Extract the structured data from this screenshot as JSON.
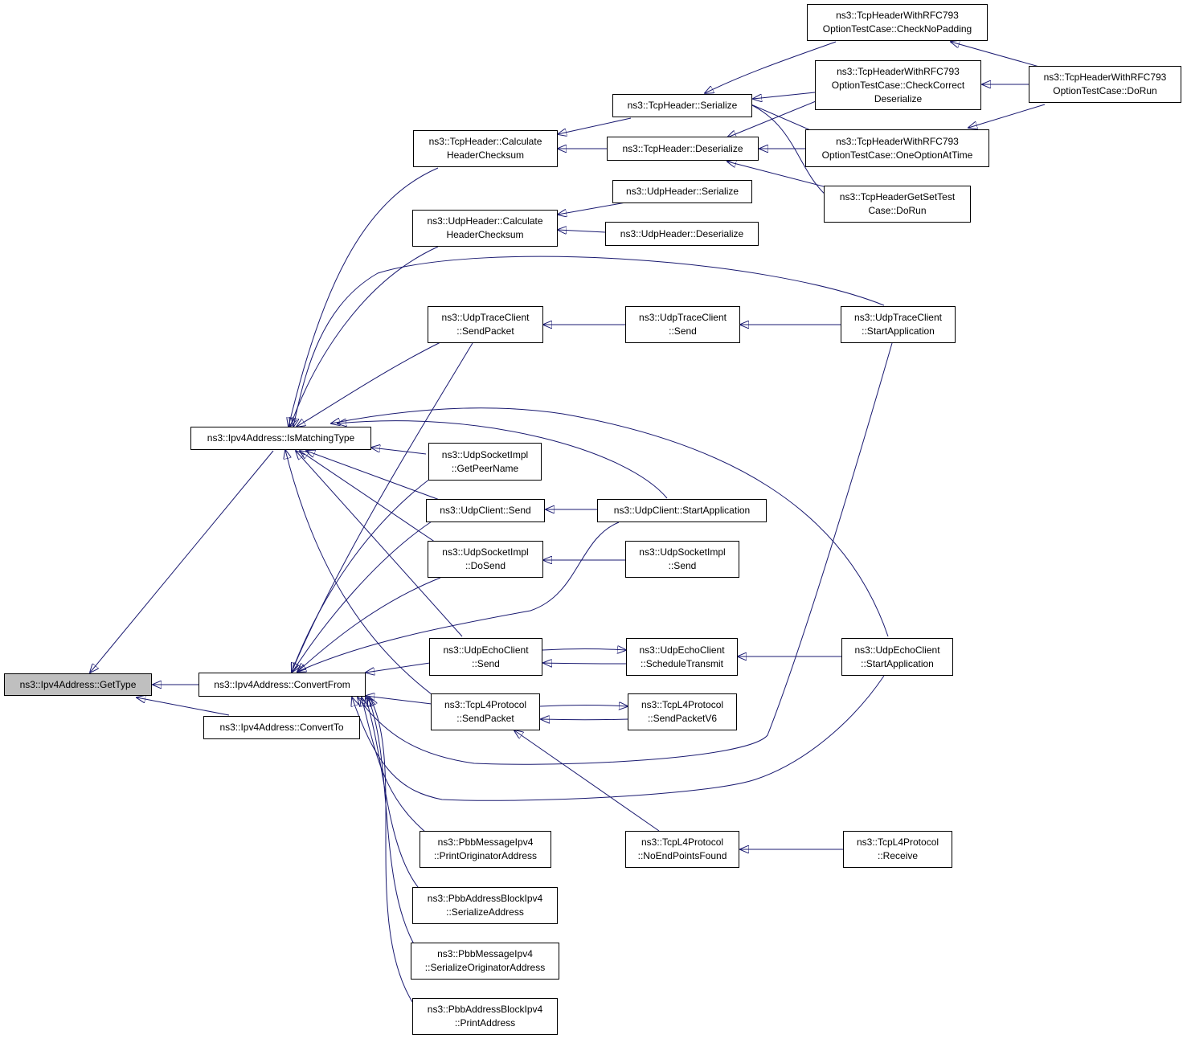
{
  "colors": {
    "edge": "#191970",
    "node_border": "#000000",
    "root_fill": "#bfbfbf"
  },
  "nodes": {
    "get_type": {
      "lines": [
        "ns3::Ipv4Address::GetType"
      ]
    },
    "is_matching_type": {
      "lines": [
        "ns3::Ipv4Address::IsMatchingType"
      ]
    },
    "convert_from": {
      "lines": [
        "ns3::Ipv4Address::ConvertFrom"
      ]
    },
    "convert_to": {
      "lines": [
        "ns3::Ipv4Address::ConvertTo"
      ]
    },
    "tcp_calc_checksum": {
      "lines": [
        "ns3::TcpHeader::Calculate",
        "HeaderChecksum"
      ]
    },
    "udp_calc_checksum": {
      "lines": [
        "ns3::UdpHeader::Calculate",
        "HeaderChecksum"
      ]
    },
    "tcp_serialize": {
      "lines": [
        "ns3::TcpHeader::Serialize"
      ]
    },
    "tcp_deserialize": {
      "lines": [
        "ns3::TcpHeader::Deserialize"
      ]
    },
    "udp_serialize": {
      "lines": [
        "ns3::UdpHeader::Serialize"
      ]
    },
    "udp_deserialize": {
      "lines": [
        "ns3::UdpHeader::Deserialize"
      ]
    },
    "check_no_padding": {
      "lines": [
        "ns3::TcpHeaderWithRFC793",
        "OptionTestCase::CheckNoPadding"
      ]
    },
    "check_correct_deser": {
      "lines": [
        "ns3::TcpHeaderWithRFC793",
        "OptionTestCase::CheckCorrect",
        "Deserialize"
      ]
    },
    "one_option_at_time": {
      "lines": [
        "ns3::TcpHeaderWithRFC793",
        "OptionTestCase::OneOptionAtTime"
      ]
    },
    "rfc793_dorun": {
      "lines": [
        "ns3::TcpHeaderWithRFC793",
        "OptionTestCase::DoRun"
      ]
    },
    "getset_dorun": {
      "lines": [
        "ns3::TcpHeaderGetSetTest",
        "Case::DoRun"
      ]
    },
    "udptrace_sendpacket": {
      "lines": [
        "ns3::UdpTraceClient",
        "::SendPacket"
      ]
    },
    "udptrace_send": {
      "lines": [
        "ns3::UdpTraceClient",
        "::Send"
      ]
    },
    "udptrace_start": {
      "lines": [
        "ns3::UdpTraceClient",
        "::StartApplication"
      ]
    },
    "udpsock_getpeer": {
      "lines": [
        "ns3::UdpSocketImpl",
        "::GetPeerName"
      ]
    },
    "udpclient_send": {
      "lines": [
        "ns3::UdpClient::Send"
      ]
    },
    "udpclient_start": {
      "lines": [
        "ns3::UdpClient::StartApplication"
      ]
    },
    "udpsock_dosend": {
      "lines": [
        "ns3::UdpSocketImpl",
        "::DoSend"
      ]
    },
    "udpsock_send": {
      "lines": [
        "ns3::UdpSocketImpl",
        "::Send"
      ]
    },
    "udpecho_send": {
      "lines": [
        "ns3::UdpEchoClient",
        "::Send"
      ]
    },
    "udpecho_sched": {
      "lines": [
        "ns3::UdpEchoClient",
        "::ScheduleTransmit"
      ]
    },
    "udpecho_start": {
      "lines": [
        "ns3::UdpEchoClient",
        "::StartApplication"
      ]
    },
    "tcpl4_sendpacket": {
      "lines": [
        "ns3::TcpL4Protocol",
        "::SendPacket"
      ]
    },
    "tcpl4_sendpacketv6": {
      "lines": [
        "ns3::TcpL4Protocol",
        "::SendPacketV6"
      ]
    },
    "tcpl4_noendpoints": {
      "lines": [
        "ns3::TcpL4Protocol",
        "::NoEndPointsFound"
      ]
    },
    "tcpl4_receive": {
      "lines": [
        "ns3::TcpL4Protocol",
        "::Receive"
      ]
    },
    "pbbmsg_printorig": {
      "lines": [
        "ns3::PbbMessageIpv4",
        "::PrintOriginatorAddress"
      ]
    },
    "pbbab_serialize": {
      "lines": [
        "ns3::PbbAddressBlockIpv4",
        "::SerializeAddress"
      ]
    },
    "pbbmsg_serorig": {
      "lines": [
        "ns3::PbbMessageIpv4",
        "::SerializeOriginatorAddress"
      ]
    },
    "pbbab_print": {
      "lines": [
        "ns3::PbbAddressBlockIpv4",
        "::PrintAddress"
      ]
    }
  },
  "edges": [
    [
      "is_matching_type",
      "get_type"
    ],
    [
      "convert_from",
      "get_type"
    ],
    [
      "convert_to",
      "get_type"
    ],
    [
      "tcp_calc_checksum",
      "is_matching_type"
    ],
    [
      "udp_calc_checksum",
      "is_matching_type"
    ],
    [
      "udptrace_sendpacket",
      "is_matching_type"
    ],
    [
      "udptrace_start",
      "is_matching_type"
    ],
    [
      "udpsock_getpeer",
      "is_matching_type"
    ],
    [
      "udpclient_send",
      "is_matching_type"
    ],
    [
      "udpclient_start",
      "is_matching_type"
    ],
    [
      "udpsock_dosend",
      "is_matching_type"
    ],
    [
      "udpecho_send",
      "is_matching_type"
    ],
    [
      "udpecho_start",
      "is_matching_type"
    ],
    [
      "tcpl4_sendpacket",
      "is_matching_type"
    ],
    [
      "udptrace_sendpacket",
      "convert_from"
    ],
    [
      "udpsock_getpeer",
      "convert_from"
    ],
    [
      "udpclient_send",
      "convert_from"
    ],
    [
      "udpclient_start",
      "convert_from"
    ],
    [
      "udpsock_dosend",
      "convert_from"
    ],
    [
      "udpecho_send",
      "convert_from"
    ],
    [
      "tcpl4_sendpacket",
      "convert_from"
    ],
    [
      "udptrace_start",
      "convert_from"
    ],
    [
      "udpecho_start",
      "convert_from"
    ],
    [
      "pbbmsg_printorig",
      "convert_from"
    ],
    [
      "pbbab_serialize",
      "convert_from"
    ],
    [
      "pbbmsg_serorig",
      "convert_from"
    ],
    [
      "pbbab_print",
      "convert_from"
    ],
    [
      "tcp_serialize",
      "tcp_calc_checksum"
    ],
    [
      "tcp_deserialize",
      "tcp_calc_checksum"
    ],
    [
      "udp_serialize",
      "udp_calc_checksum"
    ],
    [
      "udp_deserialize",
      "udp_calc_checksum"
    ],
    [
      "check_no_padding",
      "tcp_serialize"
    ],
    [
      "check_correct_deser",
      "tcp_serialize"
    ],
    [
      "one_option_at_time",
      "tcp_serialize"
    ],
    [
      "getset_dorun",
      "tcp_serialize"
    ],
    [
      "check_correct_deser",
      "tcp_deserialize"
    ],
    [
      "one_option_at_time",
      "tcp_deserialize"
    ],
    [
      "getset_dorun",
      "tcp_deserialize"
    ],
    [
      "rfc793_dorun",
      "check_no_padding"
    ],
    [
      "rfc793_dorun",
      "check_correct_deser"
    ],
    [
      "rfc793_dorun",
      "one_option_at_time"
    ],
    [
      "udptrace_send",
      "udptrace_sendpacket"
    ],
    [
      "udptrace_start",
      "udptrace_send"
    ],
    [
      "udpclient_start",
      "udpclient_send"
    ],
    [
      "udpsock_send",
      "udpsock_dosend"
    ],
    [
      "udpecho_sched",
      "udpecho_send"
    ],
    [
      "udpecho_send",
      "udpecho_sched"
    ],
    [
      "udpecho_start",
      "udpecho_sched"
    ],
    [
      "tcpl4_sendpacketv6",
      "tcpl4_sendpacket"
    ],
    [
      "tcpl4_sendpacket",
      "tcpl4_sendpacketv6"
    ],
    [
      "tcpl4_noendpoints",
      "tcpl4_sendpacket"
    ],
    [
      "tcpl4_receive",
      "tcpl4_noendpoints"
    ]
  ]
}
